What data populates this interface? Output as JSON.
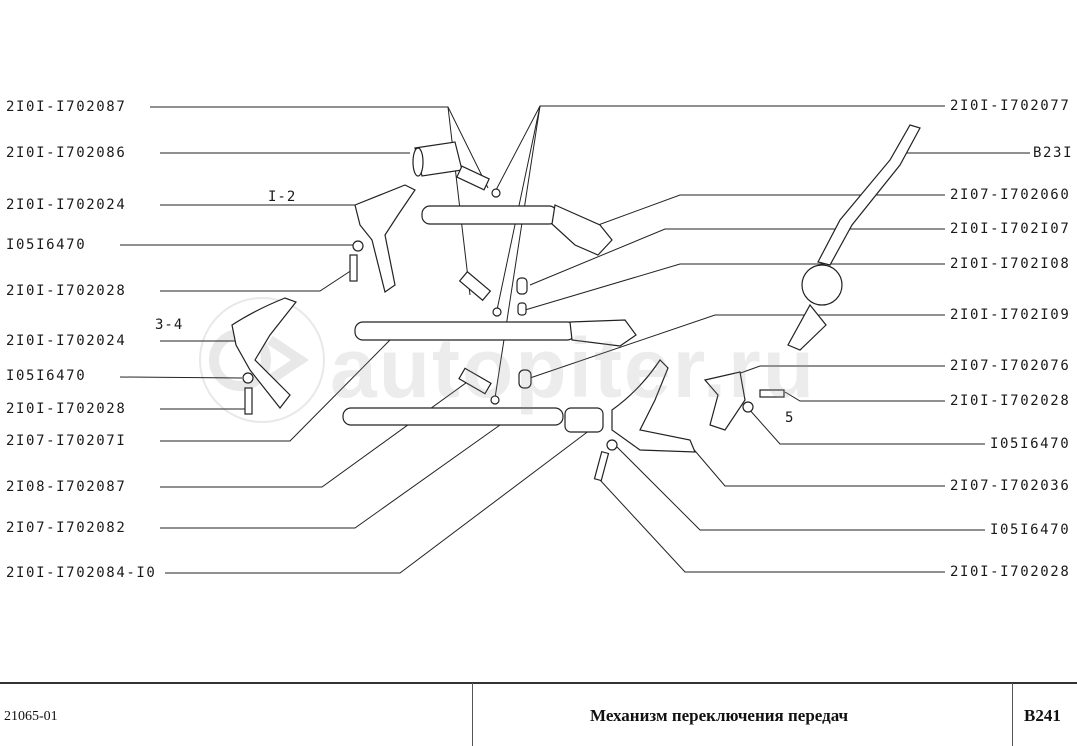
{
  "labels_left": [
    "2I0I-I702087",
    "2I0I-I702086",
    "2I0I-I702024",
    "I05I6470",
    "2I0I-I702028",
    "2I0I-I702024",
    "I05I6470",
    "2I0I-I702028",
    "2I07-I70207I",
    "2I08-I702087",
    "2I07-I702082",
    "2I0I-I702084-I0"
  ],
  "labels_right": [
    "2I0I-I702077",
    "B23I",
    "2I07-I702060",
    "2I0I-I702I07",
    "2I0I-I702I08",
    "2I0I-I702I09",
    "2I07-I702076",
    "2I0I-I702028",
    "I05I6470",
    "2I07-I702036",
    "I05I6470",
    "2I0I-I702028"
  ],
  "gears": {
    "g12": "I-2",
    "g34": "3-4",
    "g5": "5"
  },
  "watermark": "autopiter.ru",
  "footer": {
    "model": "21065-01",
    "title": "Механизм переключения передач",
    "code": "B241"
  }
}
